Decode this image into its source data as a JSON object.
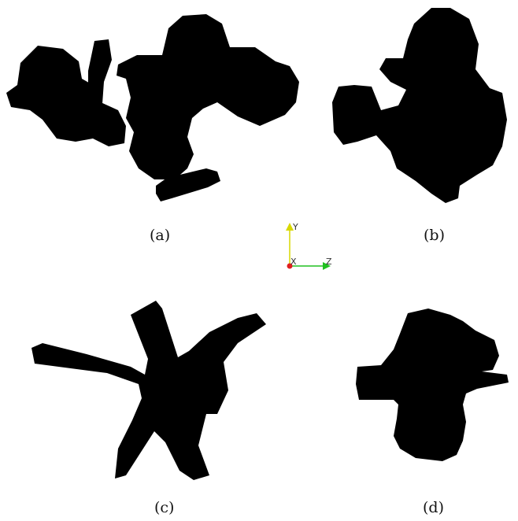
{
  "figure": {
    "panels": [
      {
        "id": "a",
        "caption": "(a)"
      },
      {
        "id": "b",
        "caption": "(b)"
      },
      {
        "id": "c",
        "caption": "(c)"
      },
      {
        "id": "d",
        "caption": "(d)"
      }
    ],
    "axes_triad": {
      "y_label": "Y",
      "x_label": "X",
      "z_label": "Z",
      "colors": {
        "y": "#d8d800",
        "x": "#e02020",
        "z": "#20c020"
      }
    },
    "shape_color": "#000000",
    "background": "#ffffff"
  }
}
